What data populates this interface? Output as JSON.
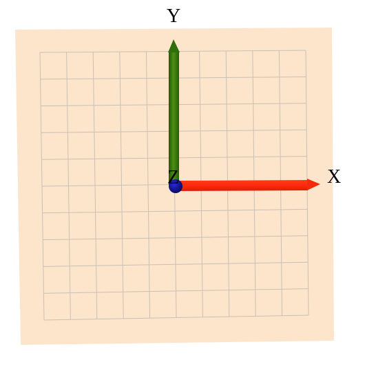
{
  "axes": {
    "x": {
      "label": "X",
      "color": "#ff2a0e"
    },
    "y": {
      "label": "Y",
      "color": "#3a7d0a"
    },
    "z": {
      "label": "Z",
      "color": "#0a0a8c"
    }
  },
  "plane": {
    "color": "#fde5cc",
    "grid_color": "#c9bfb6",
    "grid_divisions": 10
  }
}
